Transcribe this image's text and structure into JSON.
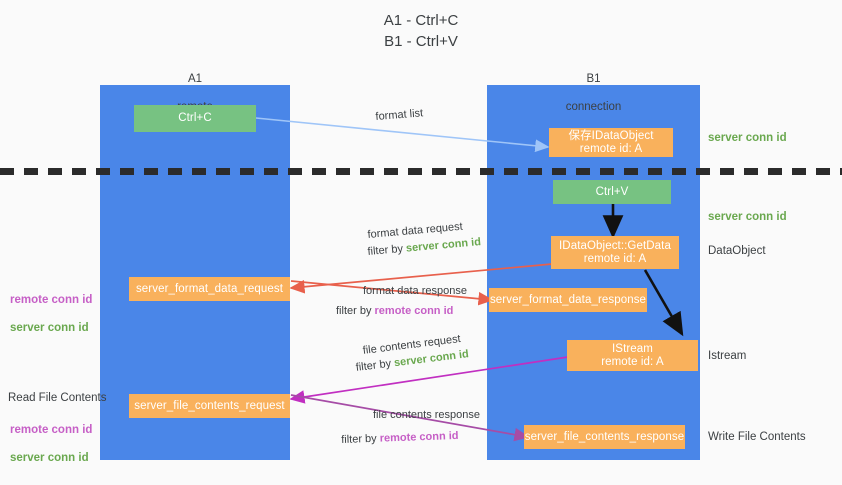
{
  "title": "A1 - Ctrl+C\nB1 - Ctrl+V",
  "columns": [
    {
      "name": "A1",
      "sub": "remote"
    },
    {
      "name": "B1",
      "sub": "connection"
    }
  ],
  "boxes": {
    "ctrl_c": "Ctrl+C",
    "save_idataobject": "保存IDataObject\nremote id: A",
    "ctrl_v": "Ctrl+V",
    "idataobject_getdata": "IDataObject::GetData\nremote id: A",
    "server_format_data_request": "server_format_data_request",
    "server_format_data_response": "server_format_data_response",
    "istream": "IStream\nremote id: A",
    "server_file_contents_request": "server_file_contents_request",
    "server_file_contents_response": "server_file_contents_response"
  },
  "edge_labels": {
    "format_list": "format list",
    "format_data_request": "format data request",
    "format_data_request_filter_prefix": "filter by ",
    "format_data_request_filter_key": "server conn id",
    "format_data_response": "format data response",
    "format_data_response_filter_prefix": "filter by ",
    "format_data_response_filter_key": "remote conn id",
    "file_contents_request": "file contents request",
    "file_contents_request_filter_prefix": "filter by ",
    "file_contents_request_filter_key": "server conn id",
    "file_contents_response": "file contents response",
    "file_contents_response_filter_prefix": "filter by ",
    "file_contents_response_filter_key": "remote conn id"
  },
  "right_labels": {
    "server_conn_id_top": "server conn id",
    "server_conn_id_mid": "server conn id",
    "dataobject": "DataObject",
    "istream": "Istream",
    "write_file_contents": "Write File Contents"
  },
  "left_labels": {
    "mid_remote": "remote conn id",
    "mid_server": "server conn id",
    "read_file_contents": "Read File Contents",
    "bottom_remote": "remote conn id",
    "bottom_server": "server conn id"
  },
  "colors": {
    "lane": "#4a86e8",
    "green_box": "#77c282",
    "orange_box": "#f9b15c",
    "green_text": "#6aa84f",
    "purple_text": "#c65fc6",
    "arrow_blue": "#9fc5f8",
    "arrow_red": "#e8604c",
    "arrow_magenta": "#c12fc1",
    "arrow_purple": "#a64ca6",
    "arrow_black": "#111111",
    "background": "#fafafa"
  }
}
